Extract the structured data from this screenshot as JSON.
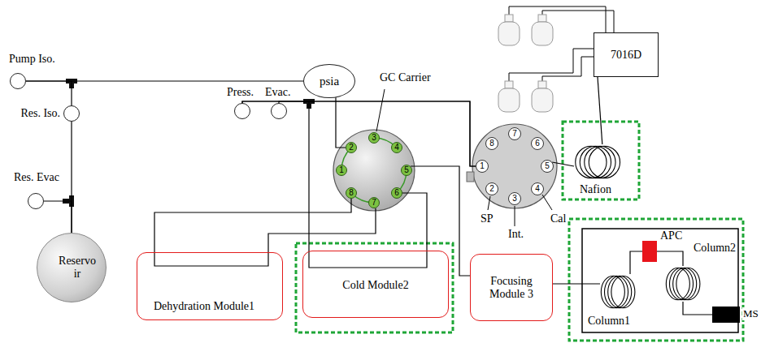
{
  "diagram": {
    "nodes": [
      {
        "text": [
          "Pump Iso."
        ]
      },
      {
        "text": [
          "Press."
        ]
      },
      {
        "text": [
          "Evac."
        ]
      },
      {
        "text": [
          "psia"
        ]
      },
      {
        "text": [
          "Res. Iso."
        ]
      },
      {
        "text": [
          "Res. Evac"
        ]
      },
      {
        "text": [
          "Reservoir"
        ]
      },
      {
        "text": [
          "1"
        ]
      },
      {
        "text": [
          "2"
        ]
      },
      {
        "text": [
          "3"
        ]
      },
      {
        "text": [
          "4"
        ]
      },
      {
        "text": [
          "5"
        ]
      },
      {
        "text": [
          "6"
        ]
      },
      {
        "text": [
          "7"
        ]
      },
      {
        "text": [
          "8"
        ]
      },
      {
        "text": [
          "1"
        ]
      },
      {
        "text": [
          "2"
        ]
      },
      {
        "text": [
          "3"
        ]
      },
      {
        "text": [
          "4"
        ]
      },
      {
        "text": [
          "5"
        ]
      },
      {
        "text": [
          "6"
        ]
      },
      {
        "text": [
          "7"
        ]
      },
      {
        "text": [
          "8"
        ]
      },
      {
        "text": [
          "7016D"
        ]
      },
      {
        "text": [
          "Nafion"
        ]
      },
      {
        "text": [
          "Dehydration Module1"
        ]
      },
      {
        "text": [
          "Cold Module2"
        ]
      },
      {
        "text": [
          "Focusing Module 3"
        ]
      },
      {
        "text": [
          "Column1"
        ]
      },
      {
        "text": [
          "APC"
        ]
      },
      {
        "text": [
          "Column2"
        ]
      },
      {
        "text": [
          "MS"
        ]
      }
    ],
    "edges": [
      {
        "from": 0,
        "to": 3,
        "arrow": "none"
      },
      {
        "from": 4,
        "to": 0,
        "arrow": "none"
      },
      {
        "from": 4,
        "to": 6,
        "arrow": "none"
      },
      {
        "from": 5,
        "to": 6,
        "arrow": "none"
      },
      {
        "from": 1,
        "to": 15,
        "arrow": "none"
      },
      {
        "from": 2,
        "to": 15,
        "arrow": "none"
      },
      {
        "from": 3,
        "to": 8,
        "arrow": "none"
      },
      {
        "from": 14,
        "to": 25,
        "arrow": "none"
      },
      {
        "from": 1,
        "to": 26,
        "arrow": "none"
      },
      {
        "from": 13,
        "to": 25,
        "arrow": "none"
      },
      {
        "from": 12,
        "to": 26,
        "arrow": "none"
      },
      {
        "from": 11,
        "to": 27,
        "arrow": "none"
      },
      {
        "from": 27,
        "to": 28,
        "arrow": "none"
      },
      {
        "from": 28,
        "to": 29,
        "arrow": "none"
      },
      {
        "from": 29,
        "to": 30,
        "arrow": "none"
      },
      {
        "from": 30,
        "to": 31,
        "arrow": "none"
      },
      {
        "from": 23,
        "to": 24,
        "arrow": "none"
      },
      {
        "from": 19,
        "to": 24,
        "arrow": "none"
      }
    ],
    "labels": [
      "GC Carrier",
      "SP",
      "Int.",
      "Cal"
    ]
  }
}
